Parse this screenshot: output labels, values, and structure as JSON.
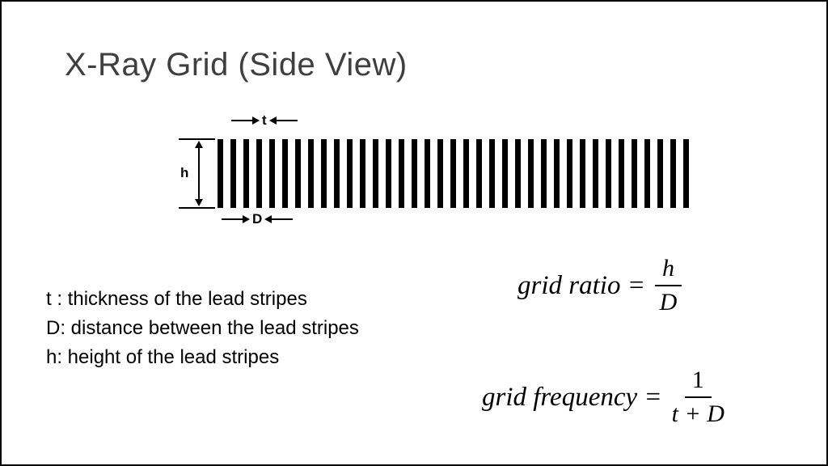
{
  "slide": {
    "title": "X-Ray Grid (Side View)"
  },
  "diagram": {
    "stripe_count": 37,
    "labels": {
      "t": "t",
      "h": "h",
      "D": "D"
    }
  },
  "definitions": {
    "lines": [
      "t : thickness of the lead stripes",
      "D: distance between the lead stripes",
      "h: height of the lead stripes"
    ]
  },
  "formulas": {
    "ratio": {
      "lhs": "grid ratio =",
      "numerator": "h",
      "denominator": "D"
    },
    "frequency": {
      "lhs": "grid frequency =",
      "numerator": "1",
      "denominator": "t + D"
    }
  },
  "colors": {
    "background": "#ffffff",
    "border": "#000000",
    "stripe": "#000000",
    "title": "#3f3f3f",
    "text": "#000000"
  }
}
